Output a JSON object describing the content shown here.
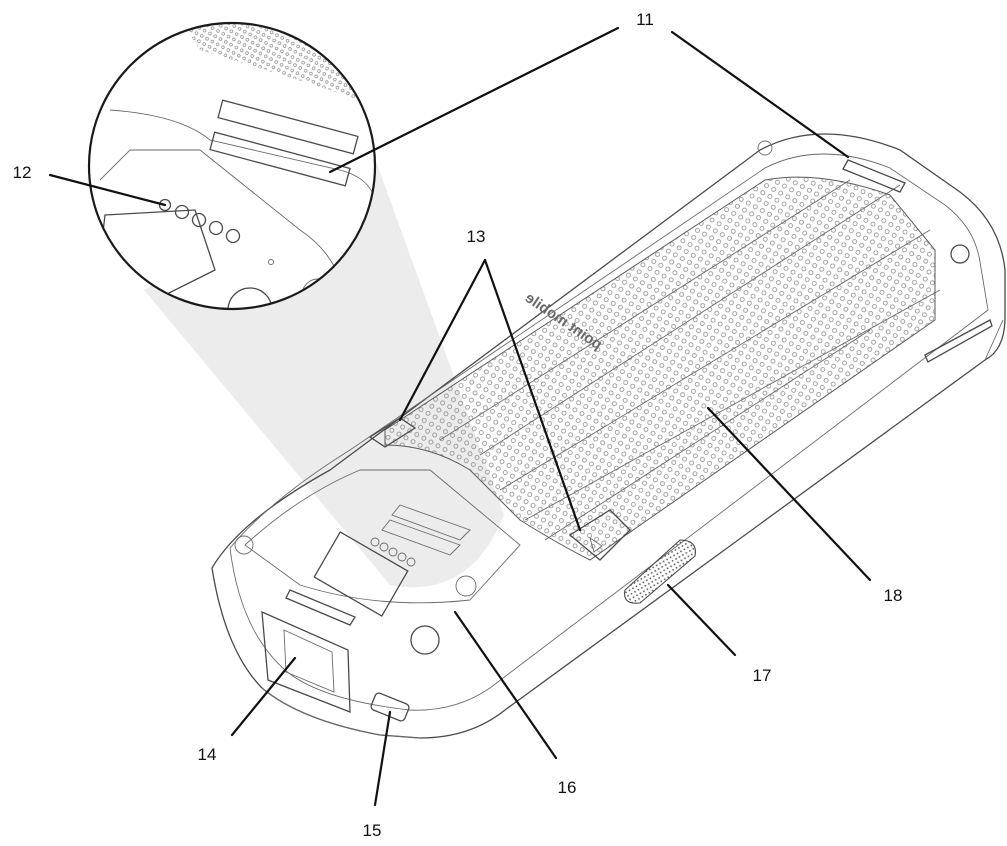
{
  "figure": {
    "logo_text": "point mobile"
  },
  "callouts": [
    {
      "id": "11",
      "label": "11"
    },
    {
      "id": "12",
      "label": "12"
    },
    {
      "id": "13",
      "label": "13"
    },
    {
      "id": "14",
      "label": "14"
    },
    {
      "id": "15",
      "label": "15"
    },
    {
      "id": "16",
      "label": "16"
    },
    {
      "id": "17",
      "label": "17"
    },
    {
      "id": "18",
      "label": "18"
    }
  ],
  "colors": {
    "line": "#4a4a4a",
    "leader": "#111111",
    "zoom_beam": "#ececec",
    "texture": "#8a8a8a"
  }
}
